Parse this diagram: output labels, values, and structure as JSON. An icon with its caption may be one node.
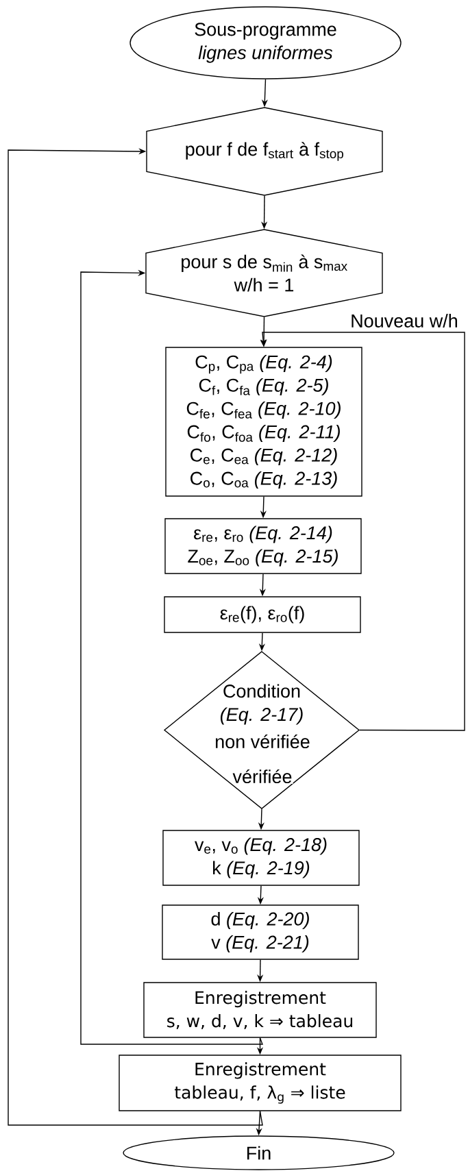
{
  "diagram": {
    "nodes": [
      {
        "text": [
          "Sous-programme",
          "lignes uniformes"
        ]
      },
      {
        "text": [
          "pour f de f$_{start}$ à f$_{stop}$"
        ]
      },
      {
        "text": [
          "pour s de s$_{min}$ à s$_{max}$",
          "w/h = 1"
        ]
      },
      {
        "text": [
          "C$_{p}$, C$_{pa}$ *(Eq. 2-4)*",
          "C$_{f}$, C$_{fa}$ *(Eq. 2-5)*",
          "C$_{fe}$, C$_{fea}$ *(Eq. 2-10)*",
          "C$_{fo}$, C$_{foa}$ *(Eq. 2-11)*",
          "C$_{e}$, C$_{ea}$ *(Eq. 2-12)*",
          "C$_{o}$, C$_{oa}$ *(Eq. 2-13)*"
        ]
      },
      {
        "text": [
          "ε$_{re}$, ε$_{ro}$ *(Eq. 2-14)*",
          "Z$_{oe}$, Z$_{oo}$ *(Eq. 2-15)*"
        ]
      },
      {
        "text": [
          "ε$_{re}$(f), ε$_{ro}$(f)"
        ]
      },
      {
        "text": [
          "Condition",
          "(Eq. 2-17)"
        ]
      },
      {
        "text": [
          "v$_{e}$, v$_{o}$ *(Eq. 2-18)*",
          "k *(Eq. 2-19)*"
        ]
      },
      {
        "text": [
          "d *(Eq. 2-20)*",
          "v *(Eq. 2-21)*"
        ]
      },
      {
        "text": [
          "Enregistrement",
          "s, w, d, v, k ⇒ tableau"
        ]
      },
      {
        "text": [
          "Enregistrement",
          "tableau, f, λ$_{g}$ ⇒ liste"
        ]
      },
      {
        "text": [
          "Fin"
        ]
      }
    ],
    "edges": [
      {
        "from": 0,
        "to": 1,
        "arrow": "to"
      },
      {
        "from": 1,
        "to": 2,
        "arrow": "to"
      },
      {
        "from": 2,
        "to": 3,
        "arrow": "to"
      },
      {
        "from": 3,
        "to": 4,
        "arrow": "to"
      },
      {
        "from": 4,
        "to": 5,
        "arrow": "to"
      },
      {
        "from": 5,
        "to": 6,
        "arrow": "to"
      },
      {
        "from": 6,
        "to": 7,
        "arrow": "to",
        "label": "vérifiée"
      },
      {
        "from": 6,
        "to": 3,
        "arrow": "to",
        "label": "non vérifiée"
      },
      {
        "from": 7,
        "to": 8,
        "arrow": "to"
      },
      {
        "from": 8,
        "to": 9,
        "arrow": "to"
      },
      {
        "from": 9,
        "to": 10,
        "arrow": "to"
      },
      {
        "from": 9,
        "to": 2,
        "arrow": "to"
      },
      {
        "from": 10,
        "to": 11,
        "arrow": "to"
      },
      {
        "from": 10,
        "to": 1,
        "arrow": "to"
      }
    ],
    "labels": [
      "Nouveau w/h"
    ]
  }
}
